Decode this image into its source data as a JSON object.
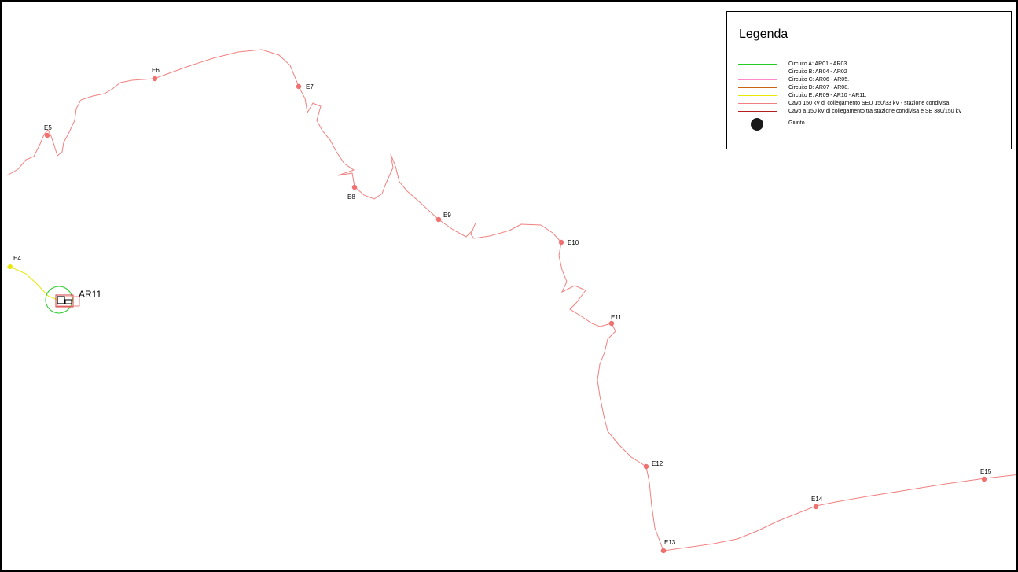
{
  "map": {
    "route_color": "#f08080",
    "joint_color": "#f07070",
    "joints": [
      {
        "id": "E4"
      },
      {
        "id": "E5"
      },
      {
        "id": "E6"
      },
      {
        "id": "E7"
      },
      {
        "id": "E8"
      },
      {
        "id": "E9"
      },
      {
        "id": "E10"
      },
      {
        "id": "E11"
      },
      {
        "id": "E12"
      },
      {
        "id": "E13"
      },
      {
        "id": "E14"
      },
      {
        "id": "E15"
      }
    ],
    "turbine": {
      "label": "AR11",
      "buffer_color": "#22cc22",
      "feeder_color": "#e8e800"
    }
  },
  "legend": {
    "title": "Legenda",
    "items": [
      {
        "label": "Circuito A: AR01 - AR03",
        "color": "#22cc22",
        "kind": "line"
      },
      {
        "label": "Circuito B: AR04 - AR02",
        "color": "#33cccc",
        "kind": "line"
      },
      {
        "label": "Circuito C: AR06 - AR05.",
        "color": "#ff88cc",
        "kind": "line"
      },
      {
        "label": "Circuito D: AR07 - AR08.",
        "color": "#c86414",
        "kind": "line"
      },
      {
        "label": "Circuito E: AR09 - AR10 - AR11.",
        "color": "#e8e800",
        "kind": "line"
      },
      {
        "label": "Cavo 150 kV di collegamento SEU 150/33 kV - stazione condivisa",
        "color": "#f08080",
        "kind": "line"
      },
      {
        "label": "Cavo a 150 kV di collegamento tra stazione condivisa e SE 380/150  kV",
        "color": "#b41e1e",
        "kind": "line"
      },
      {
        "label": "Giunto",
        "color": "#1a1a1a",
        "kind": "dot"
      }
    ]
  }
}
